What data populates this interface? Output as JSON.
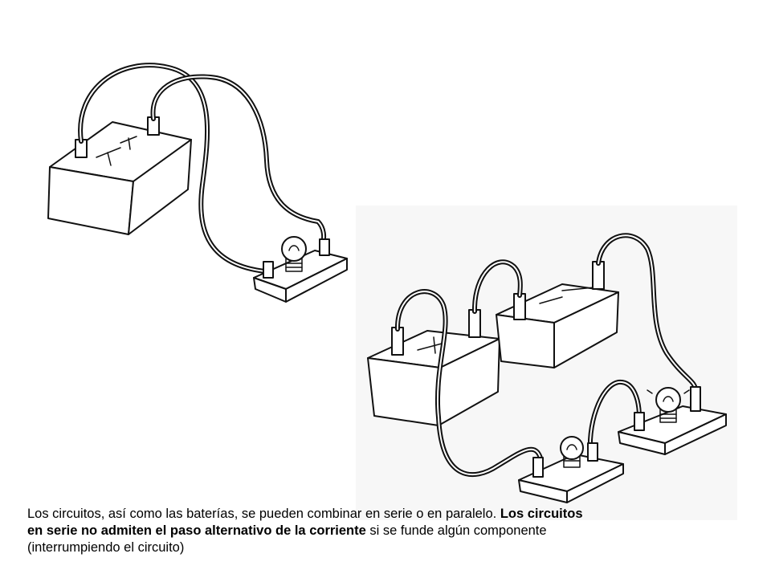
{
  "caption": {
    "part1": "Los circuitos, así como las baterías,  se pueden combinar en serie  o en paralelo. ",
    "bold1": "Los circuitos en serie no admiten el paso alternativo de la corriente",
    "part2": " si se funde algún componente (interrumpiendo el circuito)"
  },
  "colors": {
    "ink": "#111111",
    "panel_background": "#f7f7f7",
    "page_background": "#ffffff"
  },
  "illustration": {
    "left_circuit": [
      "battery",
      "bulb-on-board"
    ],
    "right_circuit": [
      "battery",
      "battery",
      "bulb-on-board",
      "bulb-on-board"
    ]
  }
}
